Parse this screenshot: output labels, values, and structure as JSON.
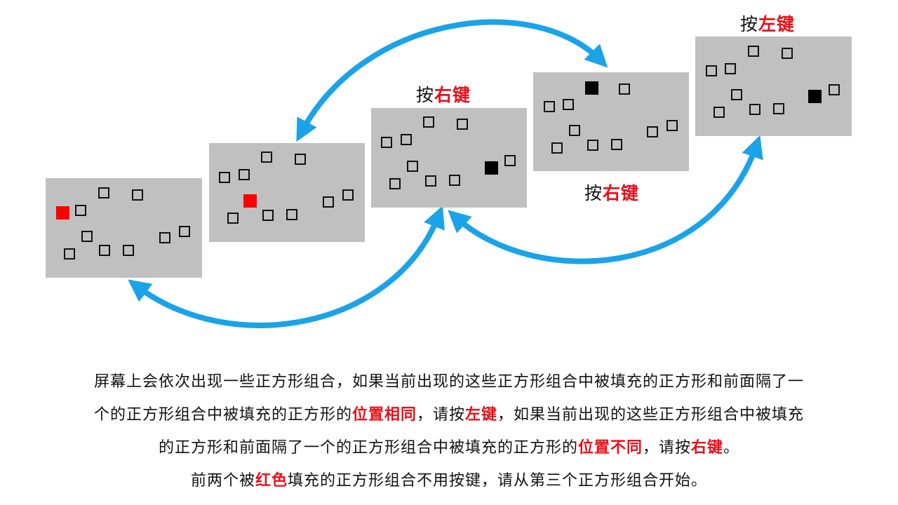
{
  "panels": [
    {
      "id": "p1",
      "colored": [
        {
          "state": "red"
        }
      ]
    },
    {
      "id": "p2",
      "colored": [
        {
          "state": "red"
        }
      ]
    },
    {
      "id": "p3",
      "label": {
        "prefix": "按",
        "key": "右键"
      },
      "colored": [
        {
          "state": "black"
        }
      ]
    },
    {
      "id": "p4",
      "label": {
        "prefix": "按",
        "key": "右键"
      },
      "colored": [
        {
          "state": "black"
        }
      ]
    },
    {
      "id": "p5",
      "label": {
        "prefix": "按",
        "key": "左键"
      },
      "colored": [
        {
          "state": "black"
        }
      ]
    }
  ],
  "instructions": {
    "line1": "屏幕上会依次出现一些正方形组合，如果当前出现的这些正方形组合中被填充的正方形和前面隔了一",
    "line2_a": "个的正方形组合中被填充的正方形的",
    "line2_b": "位置相同",
    "line2_c": "，请按",
    "line2_d": "左键",
    "line2_e": "，如果当前出现的这些正方形组合中被填充",
    "line3_a": "的正方形和前面隔了一个的正方形组合中被填充的正方形的",
    "line3_b": "位置不同",
    "line3_c": "，请按",
    "line3_d": "右键",
    "line3_e": "。",
    "line4_a": "前两个被",
    "line4_b": "红色",
    "line4_c": "填充的正方形组合不用按键，请从第三个正方形组合开始。"
  },
  "colors": {
    "panel": "#c0c0c0",
    "arrow": "#1aa3e8",
    "accent": "#e8101a",
    "red_fill": "#ff0000",
    "black_fill": "#000000"
  }
}
